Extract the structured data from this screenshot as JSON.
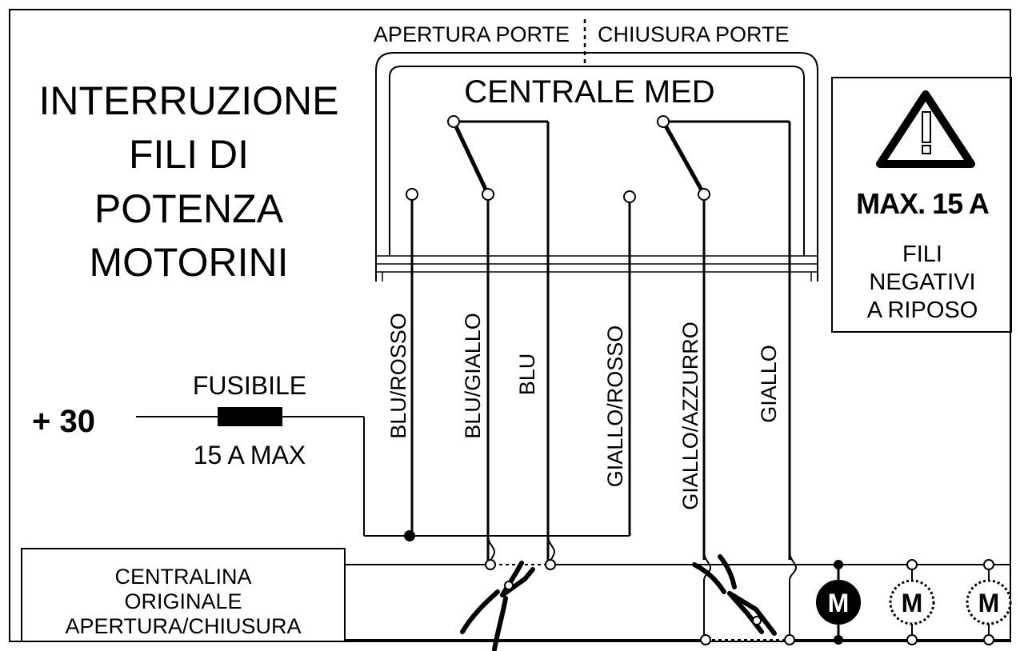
{
  "header": {
    "apertura": "APERTURA PORTE",
    "chiusura": "CHIUSURA PORTE"
  },
  "title": {
    "line1": "INTERRUZIONE",
    "line2": "FILI DI",
    "line3": "POTENZA",
    "line4": "MOTORINI"
  },
  "module": {
    "label": "CENTRALE MED"
  },
  "warning": {
    "max": "MAX. 15 A",
    "note1": "FILI",
    "note2": "NEGATIVI",
    "note3": "A RIPOSO",
    "icon": "warning-triangle-icon"
  },
  "wires": {
    "blu_rosso": "BLU/ROSSO",
    "blu_giallo": "BLU/GIALLO",
    "blu": "BLU",
    "giallo_rosso": "GIALLO/ROSSO",
    "giallo_azzurro": "GIALLO/AZZURRO",
    "giallo": "GIALLO"
  },
  "supply": {
    "label": "+ 30",
    "fuse_label": "FUSIBILE",
    "fuse_rating": "15 A MAX"
  },
  "original_unit": {
    "line1": "CENTRALINA",
    "line2": "ORIGINALE",
    "line3": "APERTURA/CHIUSURA"
  },
  "motors": {
    "m1": "M",
    "m2": "M",
    "m3": "M"
  }
}
